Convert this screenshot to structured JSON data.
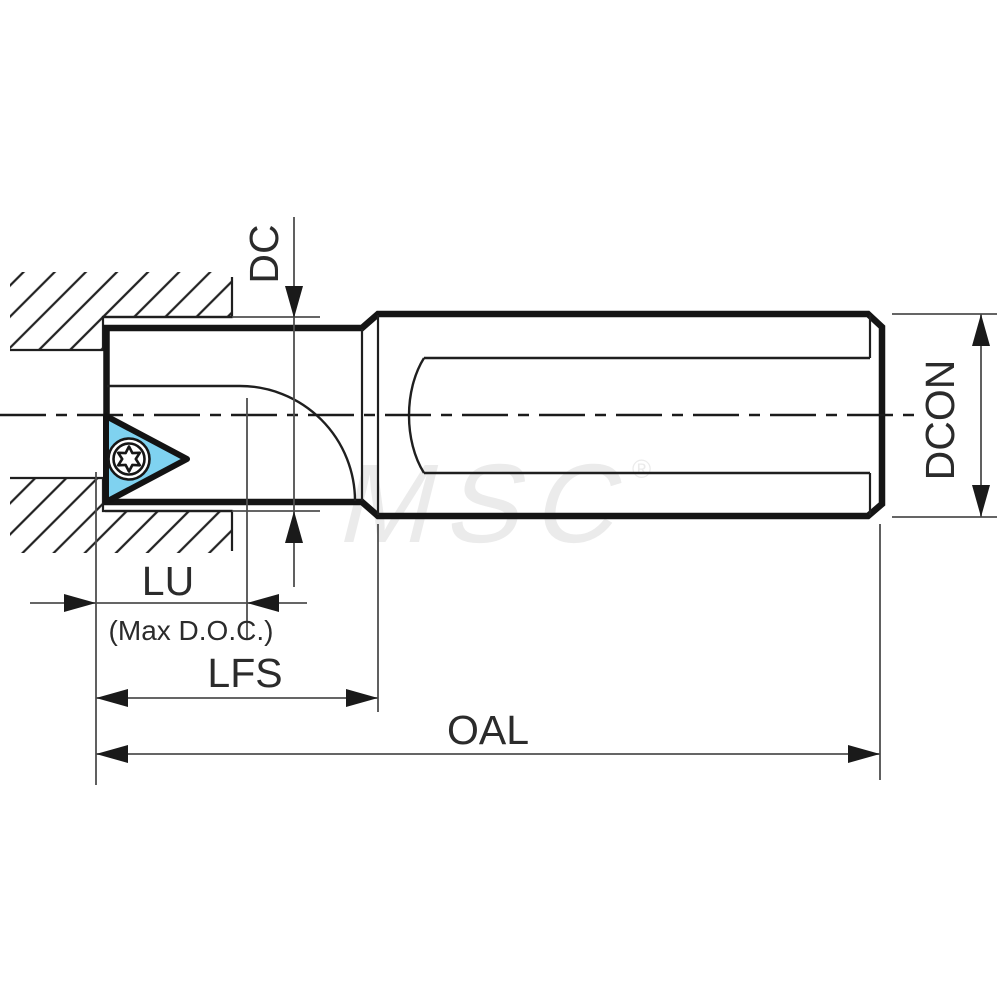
{
  "diagram": {
    "type": "technical-drawing",
    "subject": "boring tool with triangular indexable insert shown enlarging a bore in a hatched workpiece cross-section",
    "labels": {
      "dc": "DC",
      "dcon": "DCON",
      "lu": "LU",
      "lu_note": "(Max D.O.C.)",
      "lfs": "LFS",
      "oal": "OAL"
    },
    "watermark": {
      "text": "MSC",
      "registered": "®"
    },
    "colors": {
      "background": "#ffffff",
      "outline": "#151515",
      "dimension_line": "#4f4f4f",
      "label_text": "#2b2b2b",
      "insert_fill": "#7fd2f0",
      "watermark": "#ebebeb"
    }
  }
}
